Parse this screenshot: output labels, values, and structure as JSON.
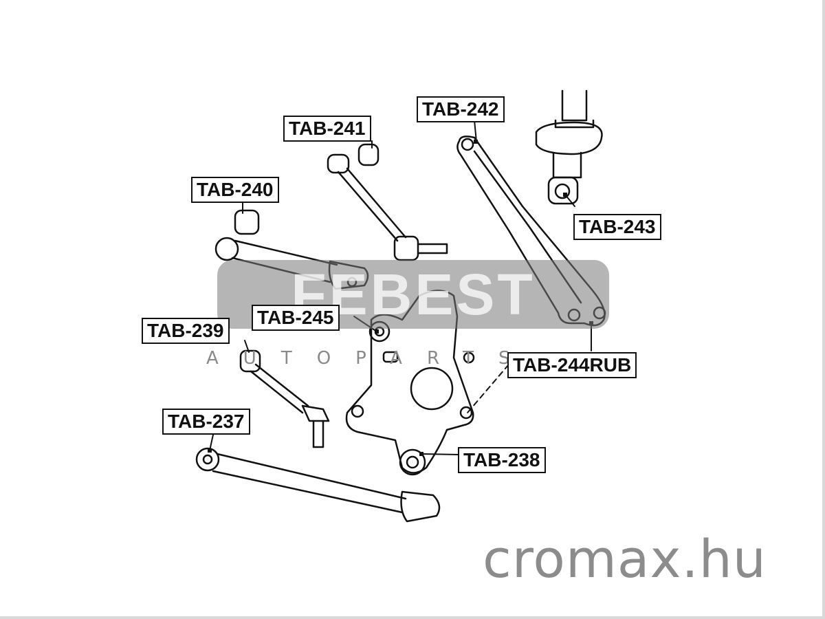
{
  "parts": [
    {
      "id": "TAB-242",
      "label": "TAB-242"
    },
    {
      "id": "TAB-241",
      "label": "TAB-241"
    },
    {
      "id": "TAB-240",
      "label": "TAB-240"
    },
    {
      "id": "TAB-243",
      "label": "TAB-243"
    },
    {
      "id": "TAB-245",
      "label": "TAB-245"
    },
    {
      "id": "TAB-239",
      "label": "TAB-239"
    },
    {
      "id": "TAB-244RUB",
      "label": "TAB-244RUB"
    },
    {
      "id": "TAB-237",
      "label": "TAB-237"
    },
    {
      "id": "TAB-238",
      "label": "TAB-238"
    }
  ],
  "watermark": {
    "brand": "FEBEST",
    "sub": "AUTOPARTS"
  },
  "site": "cromax.hu"
}
